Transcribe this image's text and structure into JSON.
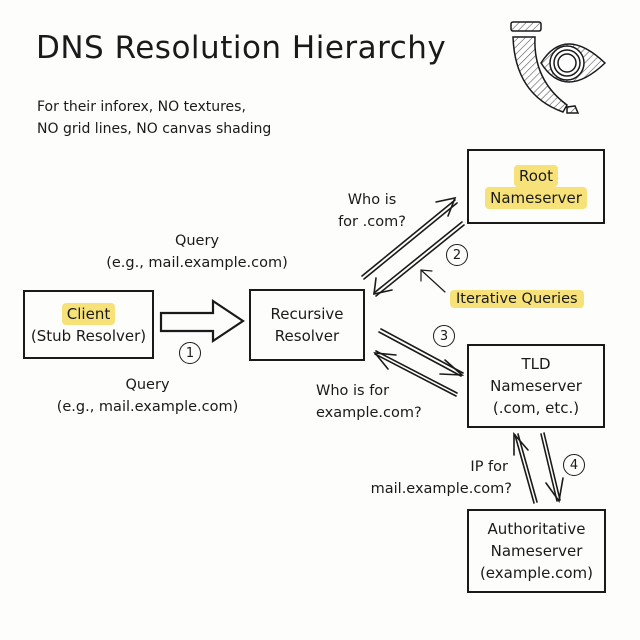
{
  "title": "DNS Resolution Hierarchy",
  "subtitle": {
    "line1": "For their inforex, NO textures,",
    "line2": "NO grid lines, NO canvas shading"
  },
  "logo": {
    "icon": "post-horn-eye-icon"
  },
  "colors": {
    "highlight": "#f7e27a",
    "ink": "#1a1a1a",
    "background": "#fdfdfc"
  },
  "nodes": {
    "client": {
      "line1": "Client",
      "line2": "(Stub Resolver)"
    },
    "recursive": {
      "line1": "Recursive",
      "line2": "Resolver"
    },
    "root": {
      "line1": "Root",
      "line2": "Nameserver"
    },
    "tld": {
      "line1": "TLD",
      "line2": "Nameserver",
      "line3": "(.com, etc.)"
    },
    "authoritative": {
      "line1": "Authoritative",
      "line2": "Nameserver",
      "line3": "(example.com)"
    }
  },
  "labels": {
    "query_top": {
      "line1": "Query",
      "line2": "(e.g., mail.example.com)"
    },
    "query_bottom": {
      "line1": "Query",
      "line2": "(e.g., mail.example.com)"
    },
    "root_question": {
      "line1": "Who is",
      "line2": "for .com?"
    },
    "tld_question": {
      "line1": "Who is for",
      "line2": "example.com?"
    },
    "auth_question": {
      "line1": "IP for",
      "line2": "mail.example.com?"
    },
    "iterative": "Iterative Queries"
  },
  "steps": [
    "1",
    "2",
    "3",
    "4"
  ]
}
